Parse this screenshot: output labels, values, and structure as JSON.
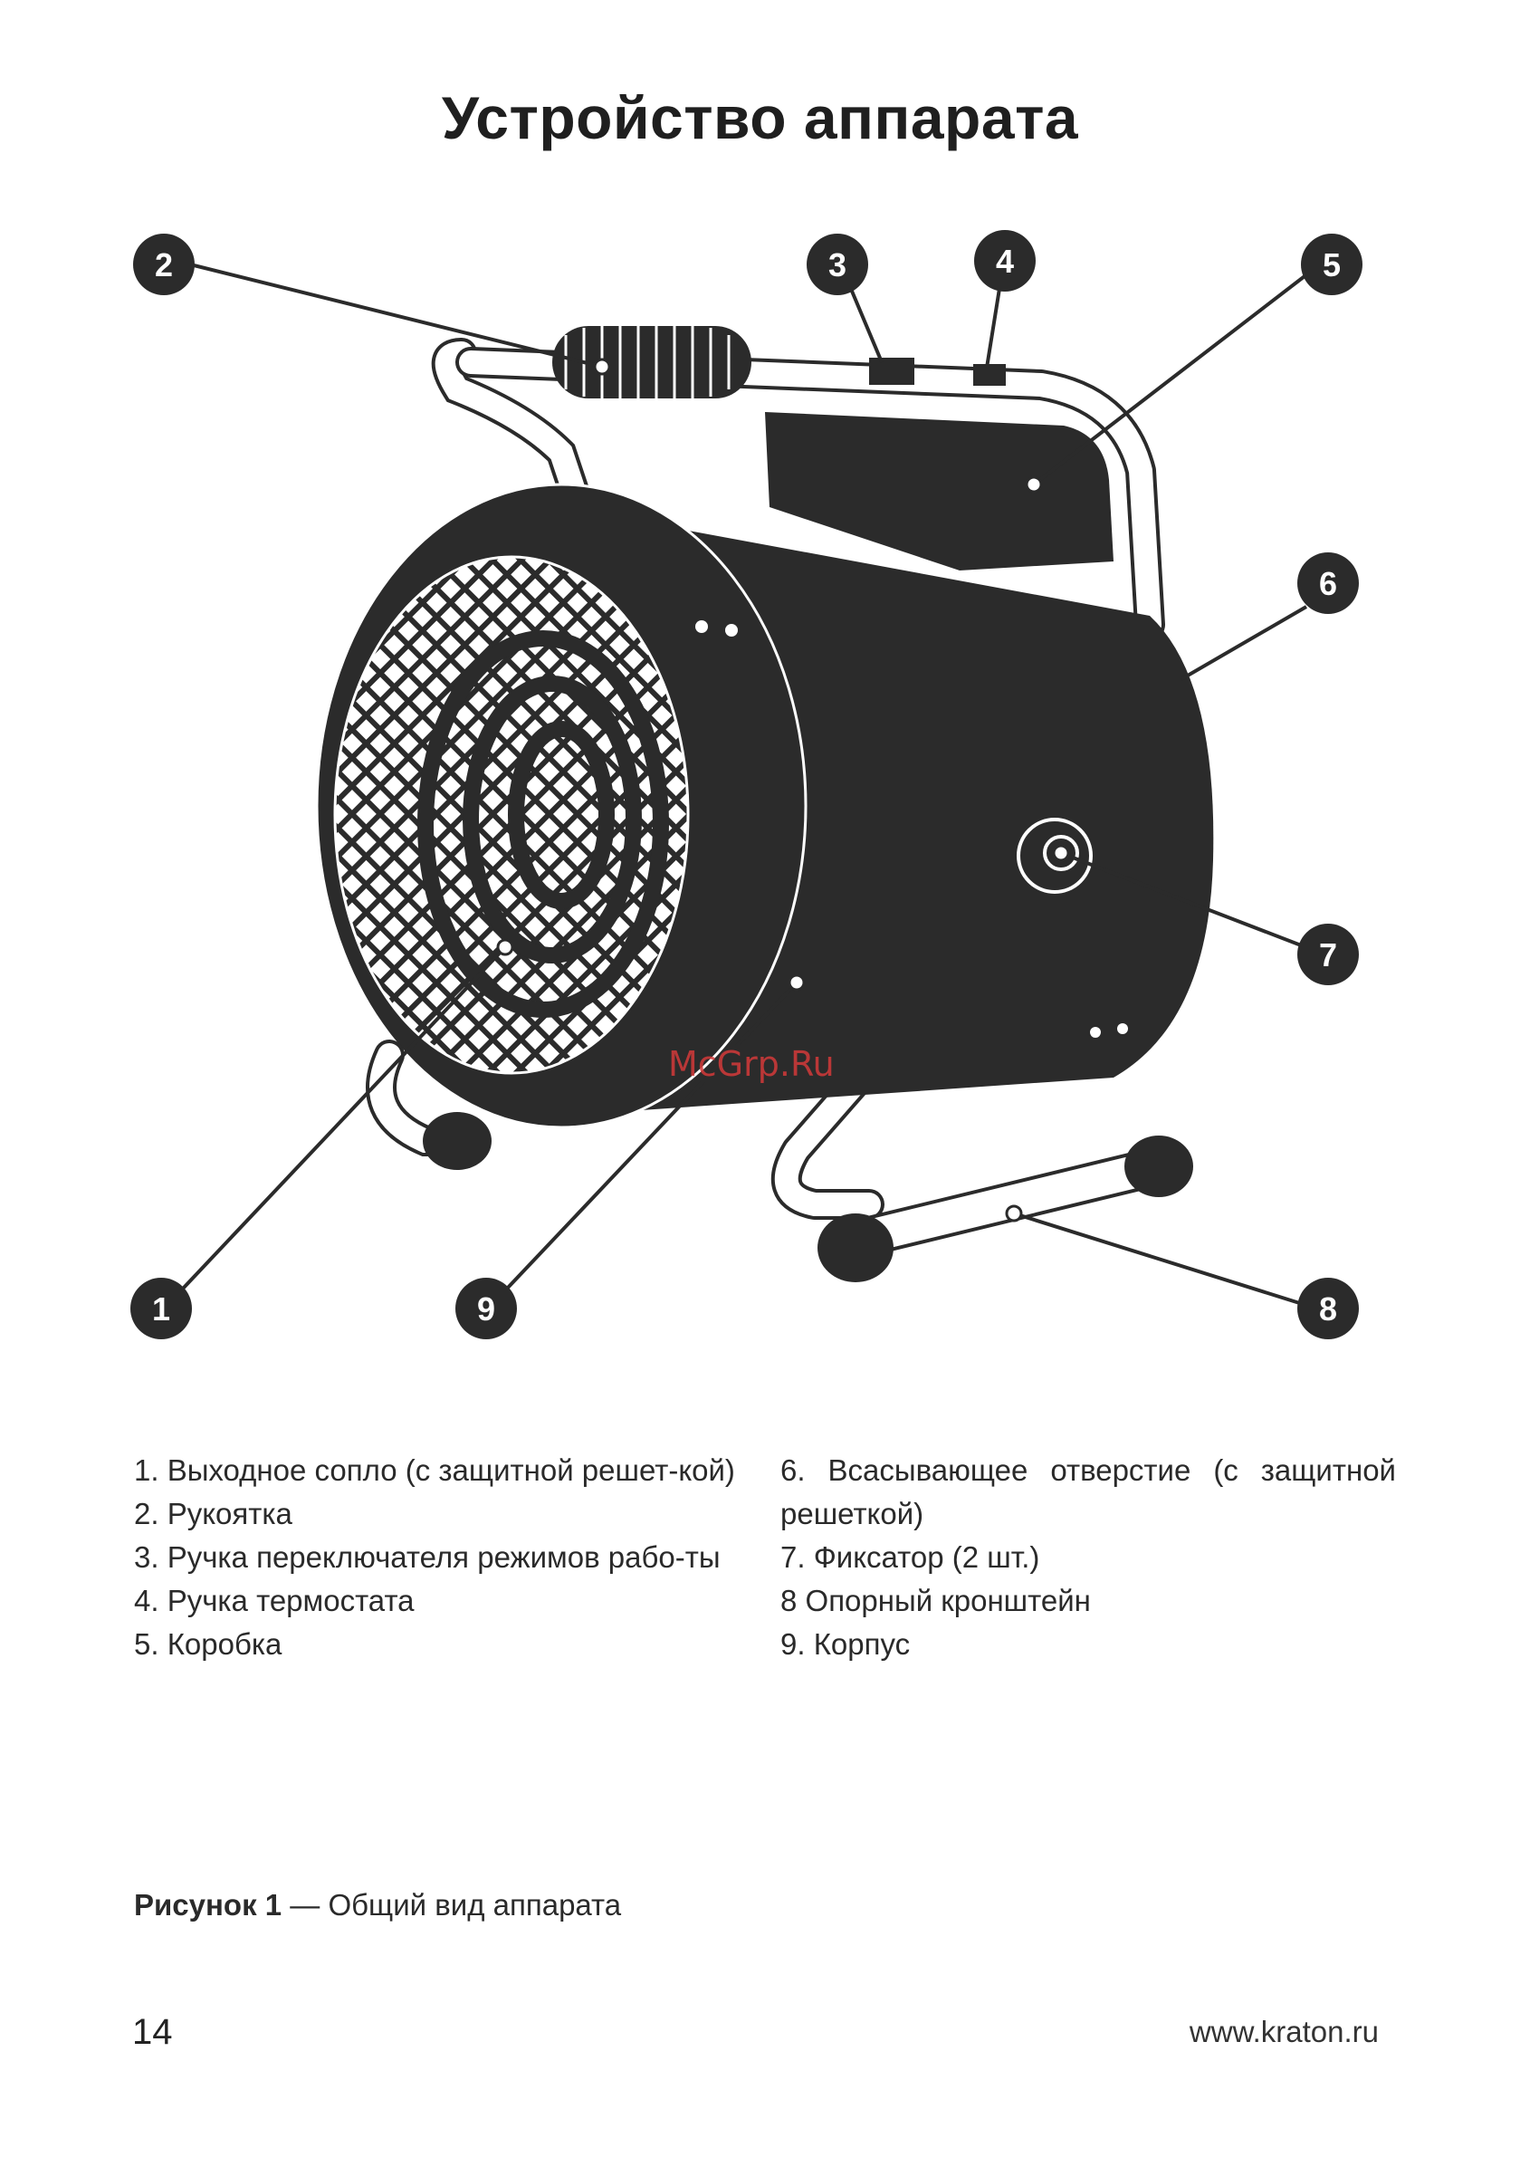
{
  "title": "Устройство аппарата",
  "callouts": [
    "1",
    "2",
    "3",
    "4",
    "5",
    "6",
    "7",
    "8",
    "9"
  ],
  "watermark": "McGrp.Ru",
  "legend_left": [
    "1. Выходное сопло (с защитной решет-кой)",
    "2. Рукоятка",
    "3. Ручка переключателя режимов рабо-ты",
    "4. Ручка термостата",
    "5. Коробка"
  ],
  "legend_right": [
    "6. Всасывающее отверстие (с защитной решеткой)",
    "7. Фиксатор (2 шт.)",
    "8 Опорный кронштейн",
    "9. Корпус"
  ],
  "caption": {
    "bold": "Рисунок 1",
    "text": " — Общий вид аппарата"
  },
  "footer": {
    "page": "14",
    "site": "www.kraton.ru"
  },
  "colors": {
    "body": "#2b2b2b",
    "callout": "#2b2b2b",
    "watermark": "#d43a3a"
  }
}
